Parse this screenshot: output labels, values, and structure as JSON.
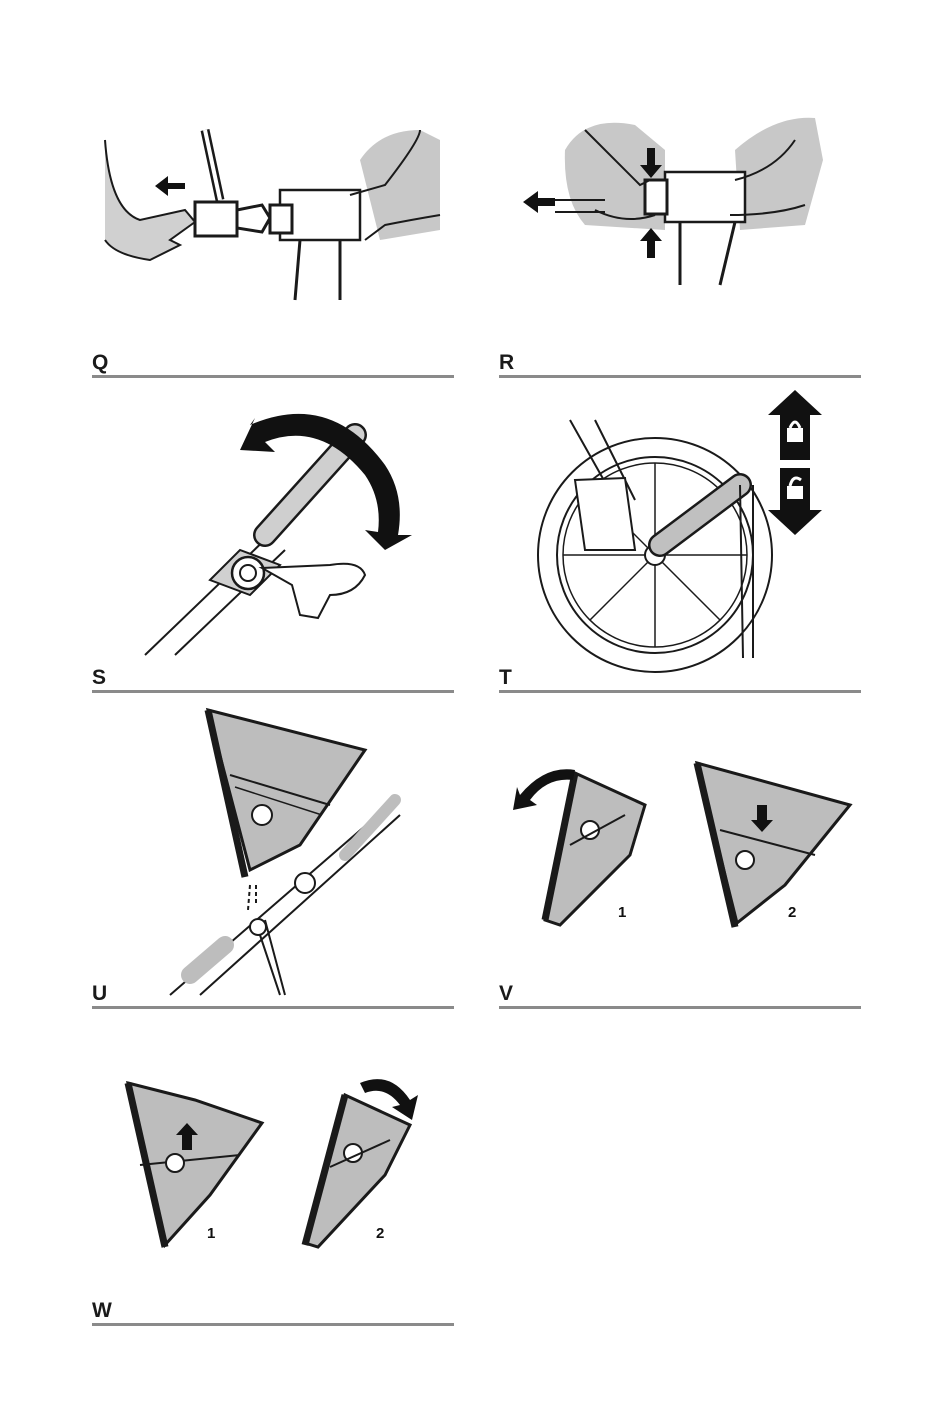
{
  "figures": [
    {
      "id": "Q",
      "label": "Q"
    },
    {
      "id": "R",
      "label": "R"
    },
    {
      "id": "S",
      "label": "S"
    },
    {
      "id": "T",
      "label": "T"
    },
    {
      "id": "U",
      "label": "U"
    },
    {
      "id": "V",
      "label": "V",
      "steps": [
        "1",
        "2"
      ]
    },
    {
      "id": "W",
      "label": "W",
      "steps": [
        "1",
        "2"
      ]
    }
  ],
  "icons": {
    "lock_up": "padlock-locked-icon",
    "lock_down": "padlock-unlocked-icon"
  },
  "colors": {
    "ink": "#1a1a1a",
    "fabric_gray": "#bdbdbd",
    "rule_gray": "#8a8a8a"
  }
}
